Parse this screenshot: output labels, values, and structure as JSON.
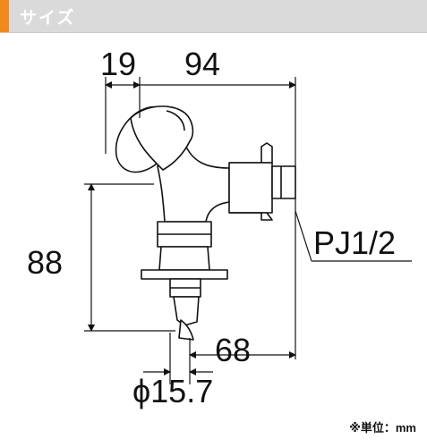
{
  "header": {
    "title": "サイズ",
    "accent_color": "#f08a1c",
    "bar_color": "#dadada"
  },
  "dimensions": {
    "top_left": "19",
    "top_right": "94",
    "left_height": "88",
    "right_bottom": "68",
    "bottom_diameter": "ϕ15.7",
    "thread": "PJ1/2"
  },
  "unit_note": "※単位：mm"
}
